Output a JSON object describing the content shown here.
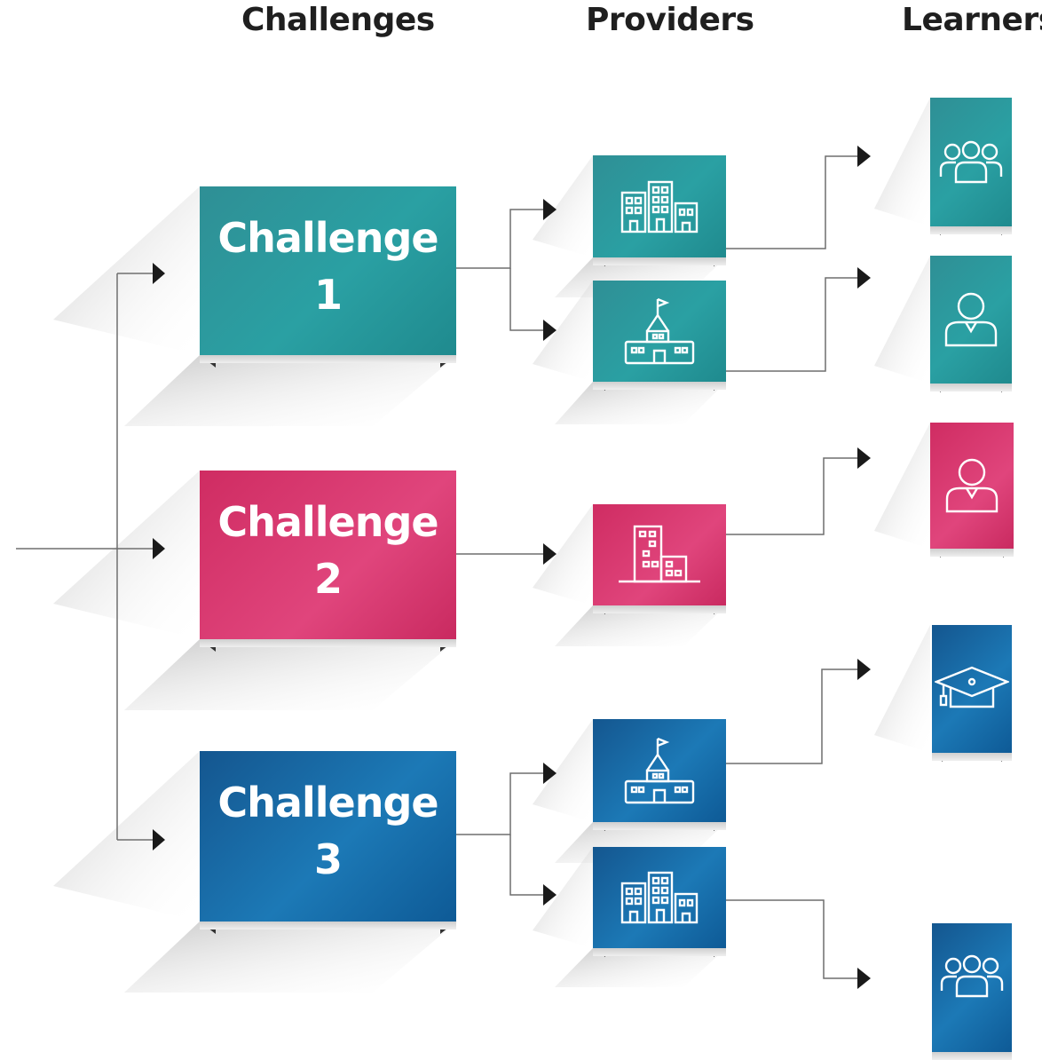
{
  "headers": {
    "challenges": "Challenges",
    "providers": "Providers",
    "learners": "Learners"
  },
  "challenges": [
    {
      "word": "Challenge",
      "number": "1",
      "color": "#2a9aa0"
    },
    {
      "word": "Challenge",
      "number": "2",
      "color": "#d93b71"
    },
    {
      "word": "Challenge",
      "number": "3",
      "color": "#1a6fa9"
    }
  ],
  "providers": [
    {
      "icon": "office-buildings-icon",
      "challenge": "1",
      "color": "#2a9aa0"
    },
    {
      "icon": "school-icon",
      "challenge": "1",
      "color": "#2a9aa0"
    },
    {
      "icon": "city-buildings-icon",
      "challenge": "2",
      "color": "#d93b71"
    },
    {
      "icon": "school-icon",
      "challenge": "3",
      "color": "#1a6fa9"
    },
    {
      "icon": "office-buildings-icon",
      "challenge": "3",
      "color": "#1a6fa9"
    }
  ],
  "learners": [
    {
      "icon": "group-icon",
      "color": "#2a9aa0"
    },
    {
      "icon": "person-icon",
      "color": "#2a9aa0"
    },
    {
      "icon": "person-icon",
      "color": "#d93b71"
    },
    {
      "icon": "graduation-cap-icon",
      "color": "#1a6fa9"
    },
    {
      "icon": "group-icon",
      "color": "#1a6fa9"
    }
  ]
}
